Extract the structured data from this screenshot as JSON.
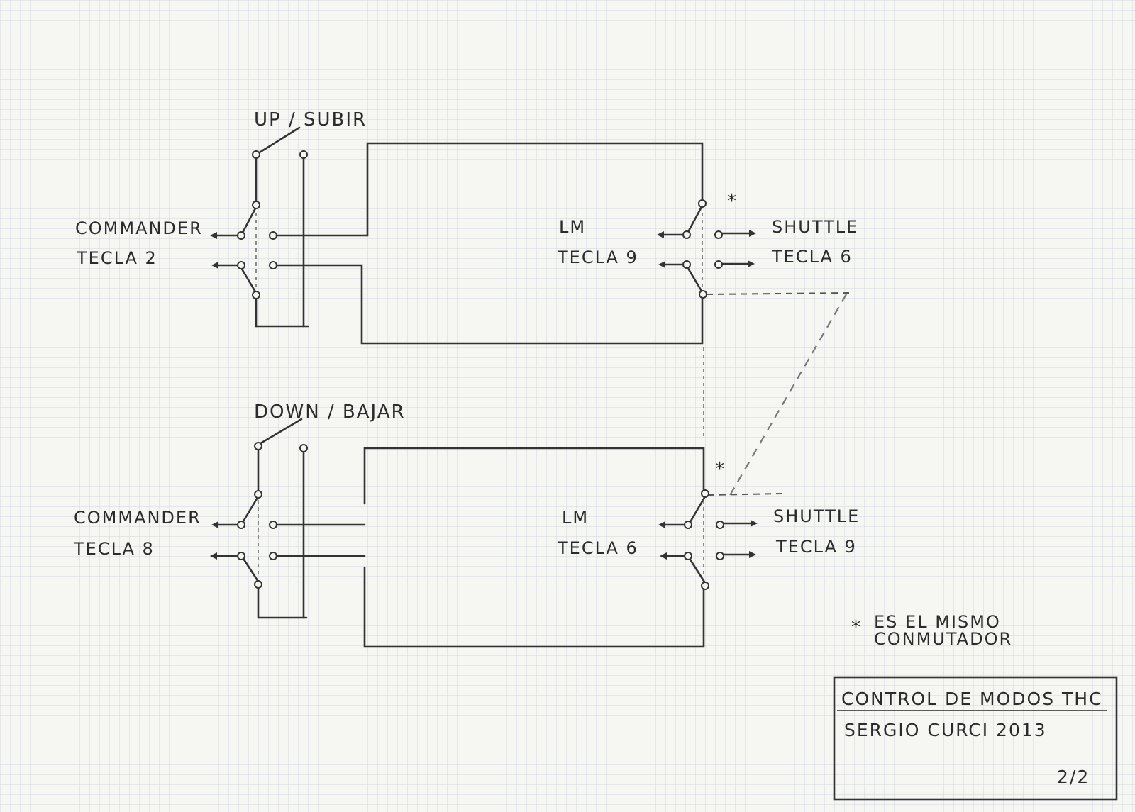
{
  "diagram": {
    "top_switch_label": "UP / SUBIR",
    "bottom_switch_label": "DOWN / BAJAR",
    "top_left_label_1": "COMMANDER",
    "top_left_label_2": "TECLA 2",
    "bottom_left_label_1": "COMMANDER",
    "bottom_left_label_2": "TECLA 8",
    "top_right_left_label_1": "LM",
    "top_right_left_label_2": "TECLA 9",
    "top_right_label_1": "SHUTTLE",
    "top_right_label_2": "TECLA 6",
    "bottom_right_left_label_1": "LM",
    "bottom_right_left_label_2": "TECLA 6",
    "bottom_right_label_1": "SHUTTLE",
    "bottom_right_label_2": "TECLA 9",
    "asterisk": "*",
    "note_line_1": "ES EL MISMO",
    "note_line_2": "CONMUTADOR"
  },
  "title_block": {
    "title": "CONTROL DE MODOS THC",
    "author": "SERGIO CURCI 2013",
    "sheet": "2/2"
  },
  "colors": {
    "paper": "#f6f6f3",
    "grid": "#d3d7de",
    "ink": "#2b2b2b"
  }
}
